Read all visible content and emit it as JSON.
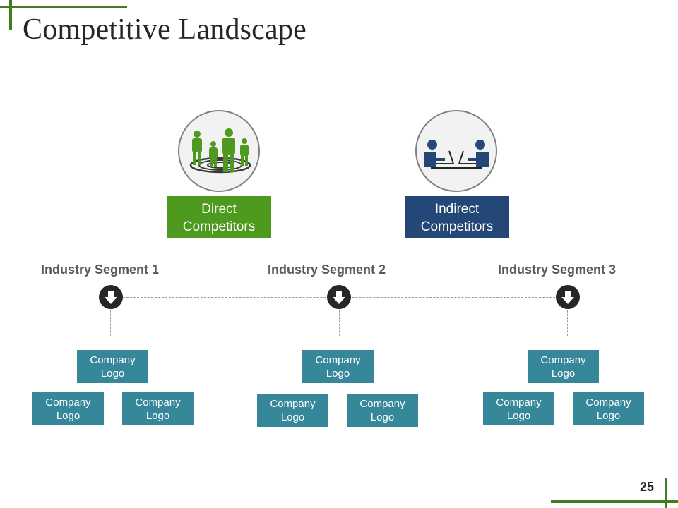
{
  "slide": {
    "title": "Competitive Landscape",
    "page_number": "25"
  },
  "categories": [
    {
      "label_line1": "Direct",
      "label_line2": "Competitors",
      "icon": "group-target-icon",
      "color": "#4e9a1e"
    },
    {
      "label_line1": "Indirect",
      "label_line2": "Competitors",
      "icon": "negotiation-icon",
      "color": "#234877"
    }
  ],
  "segments": [
    {
      "title": "Industry Segment 1",
      "logos": [
        {
          "l1": "Company",
          "l2": "Logo"
        },
        {
          "l1": "Company",
          "l2": "Logo"
        },
        {
          "l1": "Company",
          "l2": "Logo"
        }
      ]
    },
    {
      "title": "Industry Segment 2",
      "logos": [
        {
          "l1": "Company",
          "l2": "Logo"
        },
        {
          "l1": "Company",
          "l2": "Logo"
        },
        {
          "l1": "Company",
          "l2": "Logo"
        }
      ]
    },
    {
      "title": "Industry Segment 3",
      "logos": [
        {
          "l1": "Company",
          "l2": "Logo"
        },
        {
          "l1": "Company",
          "l2": "Logo"
        },
        {
          "l1": "Company",
          "l2": "Logo"
        }
      ]
    }
  ],
  "colors": {
    "accent_green": "#3f7d20",
    "logo_box": "#36879a",
    "arrow_dot": "#262626"
  }
}
